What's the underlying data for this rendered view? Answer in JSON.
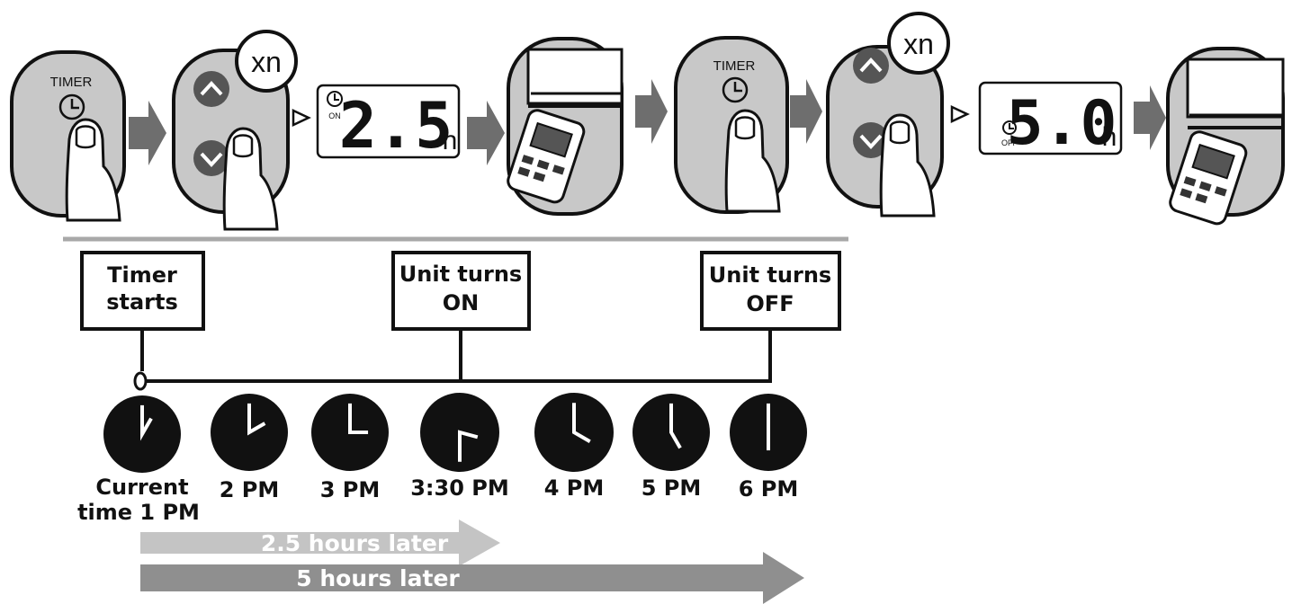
{
  "steps": {
    "timer_button_label": "TIMER",
    "repeat_label": "xn",
    "on_display": {
      "indicator": "ON",
      "value": "2.5",
      "unit": "h"
    },
    "off_display": {
      "indicator": "OFF",
      "value": "5.0",
      "unit": "h"
    }
  },
  "events": {
    "timer_starts": {
      "line1": "Timer",
      "line2": "starts"
    },
    "unit_on": {
      "line1": "Unit turns",
      "line2": "ON"
    },
    "unit_off": {
      "line1": "Unit turns",
      "line2": "OFF"
    }
  },
  "clocks": [
    {
      "label": "Current",
      "label2": "time 1 PM",
      "hour": 13,
      "minute": 0
    },
    {
      "label": "2 PM",
      "label2": "",
      "hour": 14,
      "minute": 0
    },
    {
      "label": "3 PM",
      "label2": "",
      "hour": 15,
      "minute": 0
    },
    {
      "label": "3:30 PM",
      "label2": "",
      "hour": 15,
      "minute": 30
    },
    {
      "label": "4 PM",
      "label2": "",
      "hour": 16,
      "minute": 0
    },
    {
      "label": "5 PM",
      "label2": "",
      "hour": 17,
      "minute": 0
    },
    {
      "label": "6 PM",
      "label2": "",
      "hour": 18,
      "minute": 0
    }
  ],
  "durations": {
    "on_delay": "2.5 hours later",
    "off_delay": "5 hours later"
  },
  "colors": {
    "ink": "#111111",
    "panel_gray": "#c8c8c8",
    "arrow_gray": "#6e6e6e",
    "light_arrow": "#c4c4c4",
    "dark_arrow": "#8f8f8f",
    "divider": "#a8a8a8"
  }
}
